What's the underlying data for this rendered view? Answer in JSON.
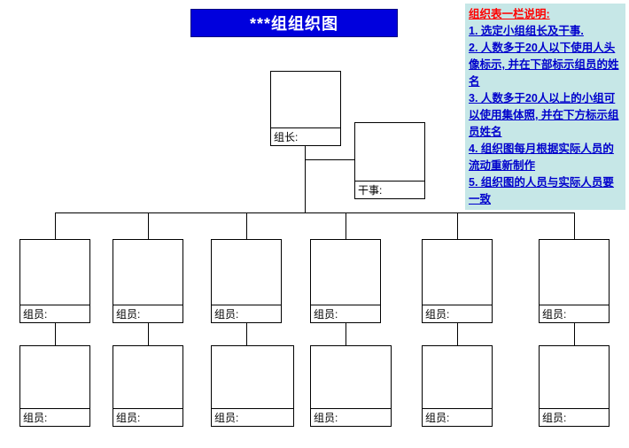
{
  "title": "***组组织图",
  "legend": {
    "heading": "组织表一栏说明:",
    "lines": [
      "1. 选定小组组长及干事.",
      "2. 人数多于20人以下使用人头像标示, 并在下部标示组员的姓名",
      "3. 人数多于20人以上的小组可以使用集体照, 并在下方标示组员姓名",
      "4. 组织图每月根据实际人员的流动重新制作",
      "5. 组织图的人员与实际人员要一致"
    ]
  },
  "chart": {
    "leader_label": "组长:",
    "officer_label": "干事:",
    "member_label": "组员:"
  },
  "colors": {
    "banner_bg": "#0000dd",
    "banner_text": "#ffffff",
    "legend_bg": "#c6e7e7",
    "legend_heading": "#ff0000",
    "legend_text": "#0000cc"
  }
}
